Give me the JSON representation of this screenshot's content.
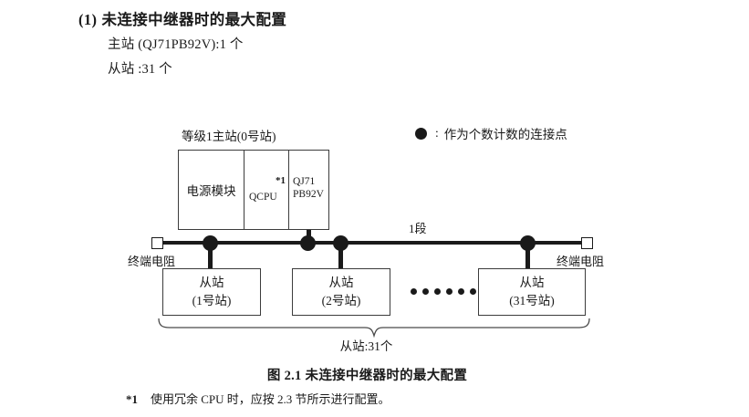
{
  "section": {
    "number": "(1)",
    "title": "未连接中继器时的最大配置",
    "specs": [
      "主站 (QJ71PB92V):1 个",
      "从站 :31 个"
    ]
  },
  "legend": {
    "icon": "filled-circle",
    "colon": ":",
    "text": "作为个数计数的连接点"
  },
  "diagram": {
    "master_label": "等级1主站(0号站)",
    "rack": {
      "power_module": "电源模块",
      "cpu": "QCPU",
      "cpu_note": "*1",
      "network_line1": "QJ71",
      "network_line2": "PB92V"
    },
    "segment_label": "1段",
    "terminator_left": "终端电阻",
    "terminator_right": "终端电阻",
    "slaves": [
      {
        "name": "从站",
        "station": "(1号站)"
      },
      {
        "name": "从站",
        "station": "(2号站)"
      },
      {
        "name": "从站",
        "station": "(31号站)"
      }
    ],
    "ellipsis_dot_count": 6,
    "brace_label": "从站:31个"
  },
  "figure_caption": "图 2.1  未连接中继器时的最大配置",
  "footnote": {
    "mark": "*1",
    "text": "使用冗余 CPU 时，应按 2.3 节所示进行配置。"
  }
}
